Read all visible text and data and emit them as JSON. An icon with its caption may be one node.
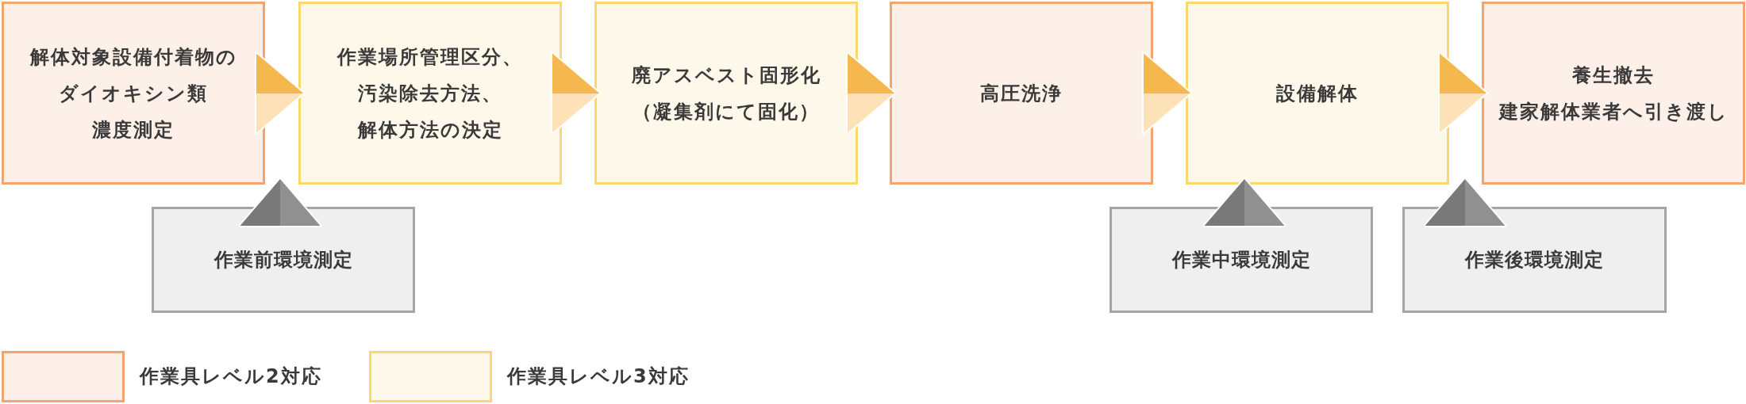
{
  "diagram": {
    "nodes": [
      {
        "text": [
          "解体対象設備付着物のダイオキシン類濃度測定"
        ]
      },
      {
        "text": [
          "作業場所管理区分、汚染除去方法、解体方法の決定"
        ]
      },
      {
        "text": [
          "廃アスベスト固形化",
          "（凝集剤にて固化）"
        ]
      },
      {
        "text": [
          "高圧洗浄"
        ]
      },
      {
        "text": [
          "設備解体"
        ]
      },
      {
        "text": [
          "養生撤去",
          "建家解体業者へ引き渡し"
        ]
      },
      {
        "text": [
          "作業前環境測定"
        ]
      },
      {
        "text": [
          "作業中環境測定"
        ]
      },
      {
        "text": [
          "作業後環境測定"
        ]
      }
    ],
    "edges": [
      {
        "from": 0,
        "to": 1,
        "arrow": "to"
      },
      {
        "from": 1,
        "to": 2,
        "arrow": "to"
      },
      {
        "from": 2,
        "to": 3,
        "arrow": "to"
      },
      {
        "from": 3,
        "to": 4,
        "arrow": "to"
      },
      {
        "from": 4,
        "to": 5,
        "arrow": "to"
      },
      {
        "from": 6,
        "to": 0,
        "arrow": "to",
        "color": "#858585"
      },
      {
        "from": 7,
        "to": 4,
        "arrow": "to",
        "color": "#858585"
      },
      {
        "from": 8,
        "to": 4,
        "arrow": "to",
        "color": "#858585"
      }
    ],
    "legend": [
      {
        "text": "作業具レベル2対応",
        "color": "#fdf0e8"
      },
      {
        "text": "作業具レベル3対応",
        "color": "#fef8ea"
      }
    ]
  }
}
